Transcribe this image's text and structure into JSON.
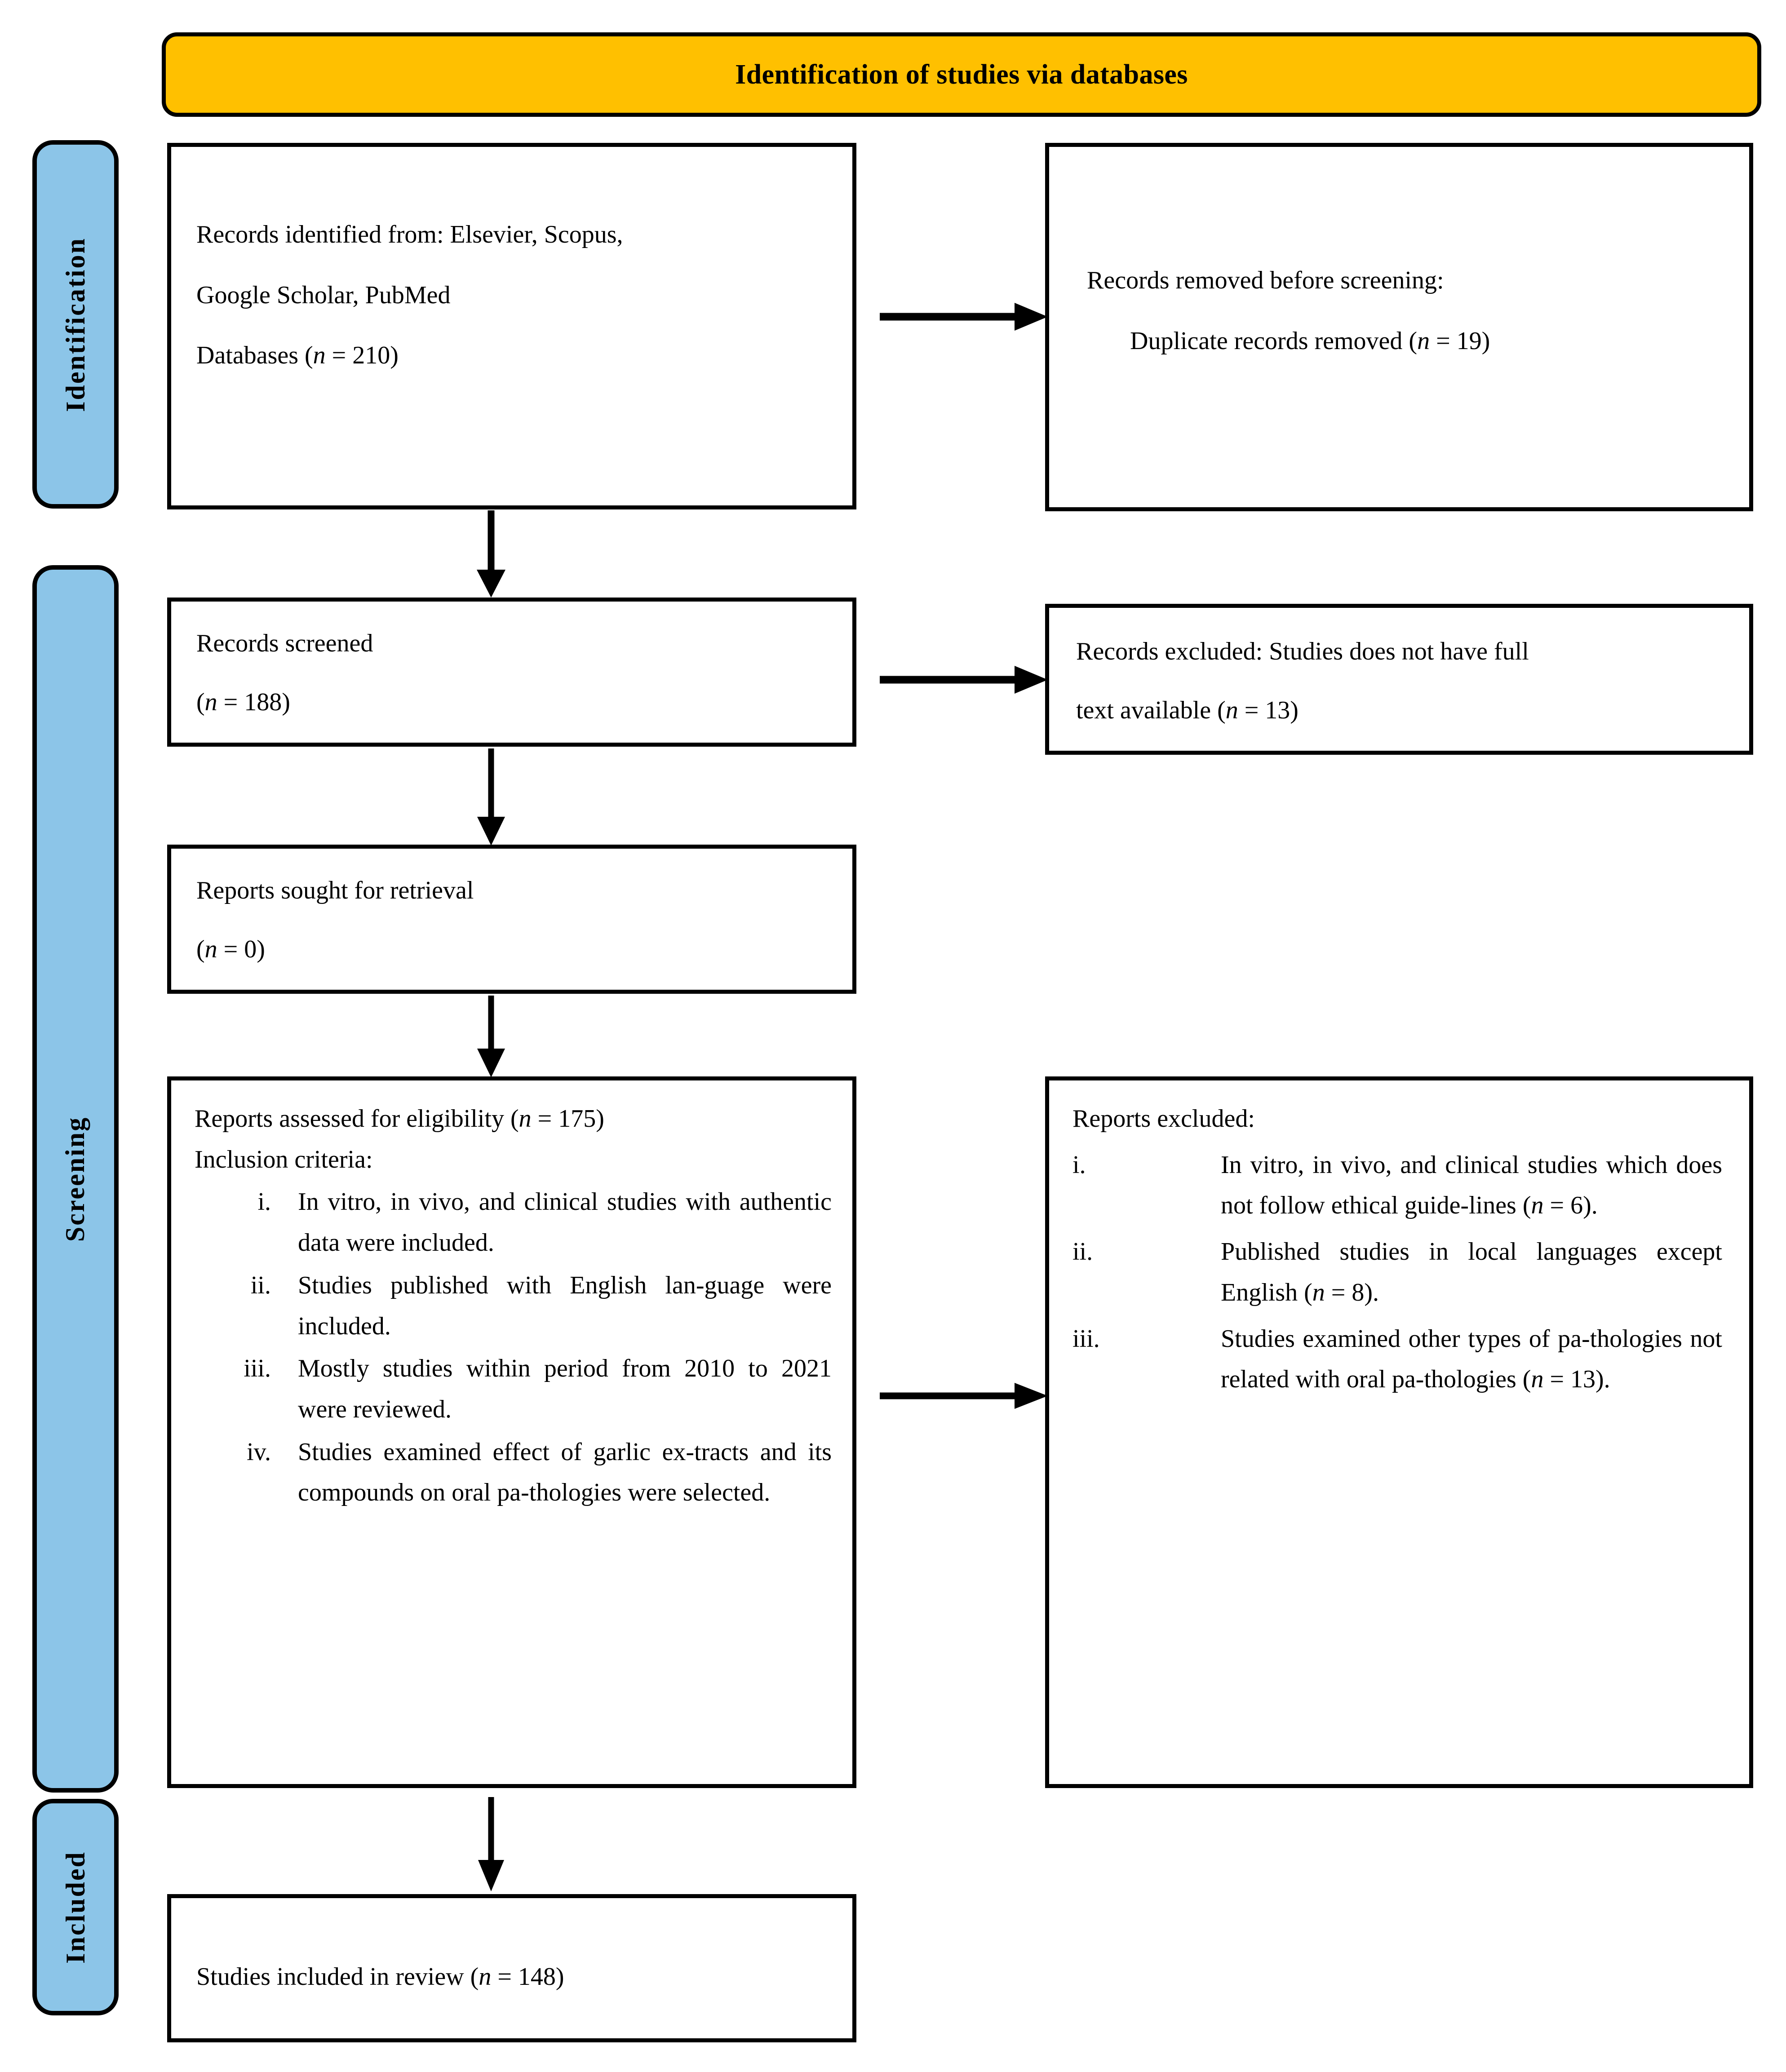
{
  "banner": {
    "title": "Identification of studies via databases",
    "bg_color": "#FFC000"
  },
  "stages": {
    "color": "#8CC5E8",
    "identification": "Identification",
    "screening": "Screening",
    "included": "Included"
  },
  "boxes": {
    "identified": {
      "line1": "Records identified from: Elsevier, Scopus,",
      "line2": "Google Scholar, PubMed",
      "line3_prefix": "Databases (",
      "line3_n": "n",
      "line3_suffix": " = 210)"
    },
    "removed": {
      "line1": "Records removed before screening:",
      "line2_prefix": "Duplicate records removed (",
      "line2_n": "n",
      "line2_suffix": " = 19)"
    },
    "screened": {
      "line1": "Records screened",
      "line2_prefix": "(",
      "line2_n": "n",
      "line2_suffix": " = 188)"
    },
    "excluded_screening": {
      "line1": "Records excluded: Studies does not have full",
      "line2_prefix": "text available (",
      "line2_n": "n",
      "line2_suffix": " = 13)"
    },
    "sought": {
      "line1": "Reports sought for retrieval",
      "line2_prefix": "(",
      "line2_n": "n",
      "line2_suffix": " = 0)"
    },
    "eligibility": {
      "heading_prefix": "Reports assessed for eligibility (",
      "heading_n": "n",
      "heading_suffix": " = 175)",
      "subheading": "Inclusion criteria:",
      "criteria": [
        {
          "num": "i.",
          "text": "In vitro, in vivo, and clinical studies with authentic data were included."
        },
        {
          "num": "ii.",
          "text": "Studies published with English lan-guage were included."
        },
        {
          "num": "iii.",
          "text": "Mostly studies within period from 2010 to 2021 were reviewed."
        },
        {
          "num": "iv.",
          "text": "Studies examined effect of garlic ex-tracts and its compounds on oral pa-thologies were selected."
        }
      ]
    },
    "excluded_reports": {
      "heading": "Reports excluded:",
      "criteria": [
        {
          "num": "i.",
          "text_a": "In vitro, in vivo, and clinical studies which does not follow ethical guide-lines (",
          "n": "n",
          "text_b": " = 6)."
        },
        {
          "num": "ii.",
          "text_a": "Published studies in local languages except English (",
          "n": "n",
          "text_b": " = 8)."
        },
        {
          "num": "iii.",
          "text_a": "Studies examined other types of pa-thologies not related with oral pa-thologies (",
          "n": "n",
          "text_b": " = 13)."
        }
      ]
    },
    "included": {
      "line1_prefix": "Studies included in review (",
      "line1_n": "n",
      "line1_suffix": " = 148)"
    }
  }
}
